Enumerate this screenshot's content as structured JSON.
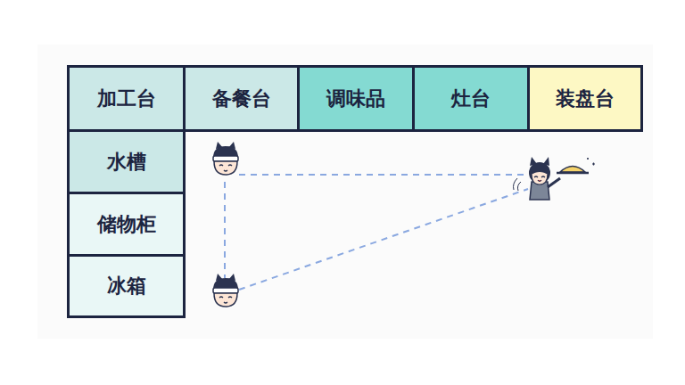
{
  "diagram": {
    "nodes": [
      {
        "text": [
          "加工台"
        ]
      },
      {
        "text": [
          "备餐台"
        ]
      },
      {
        "text": [
          "调味品"
        ]
      },
      {
        "text": [
          "灶台"
        ]
      },
      {
        "text": [
          "装盘台"
        ]
      },
      {
        "text": [
          "水槽"
        ]
      },
      {
        "text": [
          "储物柜"
        ]
      },
      {
        "text": [
          "冰箱"
        ]
      }
    ]
  }
}
